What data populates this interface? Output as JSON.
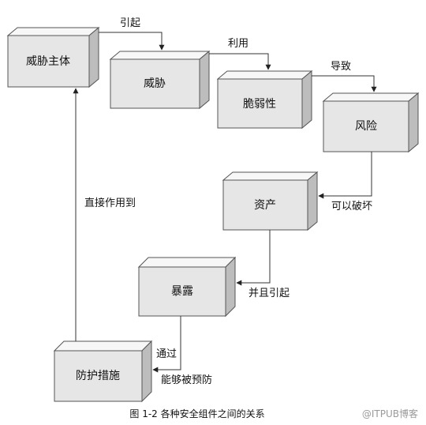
{
  "nodes": {
    "threat_agent": "威胁主体",
    "threat": "威胁",
    "vulnerability": "脆弱性",
    "risk": "风险",
    "asset": "资产",
    "exposure": "暴露",
    "safeguard": "防护措施"
  },
  "edges": {
    "cause": "引起",
    "exploit": "利用",
    "lead_to": "导致",
    "can_damage": "可以破坏",
    "and_cause": "并且引起",
    "direct_effect": "直接作用到",
    "through": "通过",
    "can_prevent": "能够被预防"
  },
  "caption": "图 1-2    各种安全组件之间的关系",
  "watermark": "@ITPUB博客",
  "colors": {
    "box_fill": "#e6e6e6",
    "box_top": "#f7f7f7",
    "box_side": "#bdbdbd",
    "line": "#333333"
  }
}
